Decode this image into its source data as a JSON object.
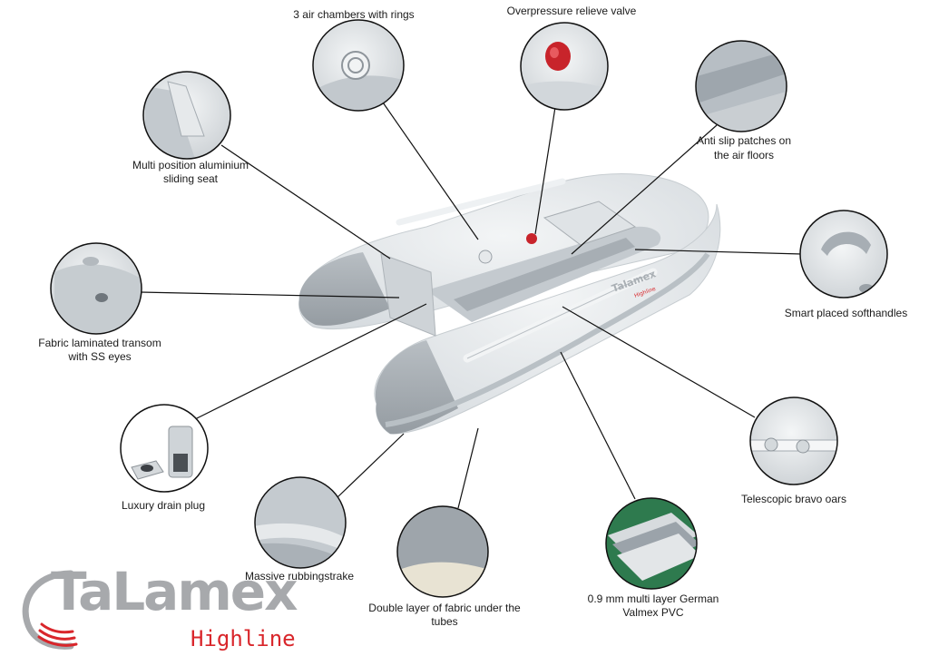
{
  "labels": {
    "air_chambers": "3 air chambers with rings",
    "valve": "Overpressure relieve valve",
    "anti_slip_1": "Anti slip patches on",
    "anti_slip_2": "the air floors",
    "seat_1": "Multi position aluminium",
    "seat_2": "sliding seat",
    "handles": "Smart placed softhandles",
    "transom_1": "Fabric laminated transom",
    "transom_2": "with SS eyes",
    "oars": "Telescopic bravo oars",
    "drain": "Luxury drain plug",
    "rubbing": "Massive rubbingstrake",
    "double_1": "Double layer of fabric under the",
    "double_2": "tubes",
    "pvc_1": "0.9 mm multi layer German",
    "pvc_2": "Valmex PVC"
  },
  "brand": {
    "name": "TaLamex",
    "line": "Highline",
    "boat_logo": "Talamex",
    "boat_sub": "Highline"
  },
  "colors": {
    "boat_light": "#e3e7ea",
    "boat_grey": "#a9b0b6",
    "line": "#111111",
    "brand_grey": "#a7a9ac",
    "brand_red": "#d9262b"
  }
}
